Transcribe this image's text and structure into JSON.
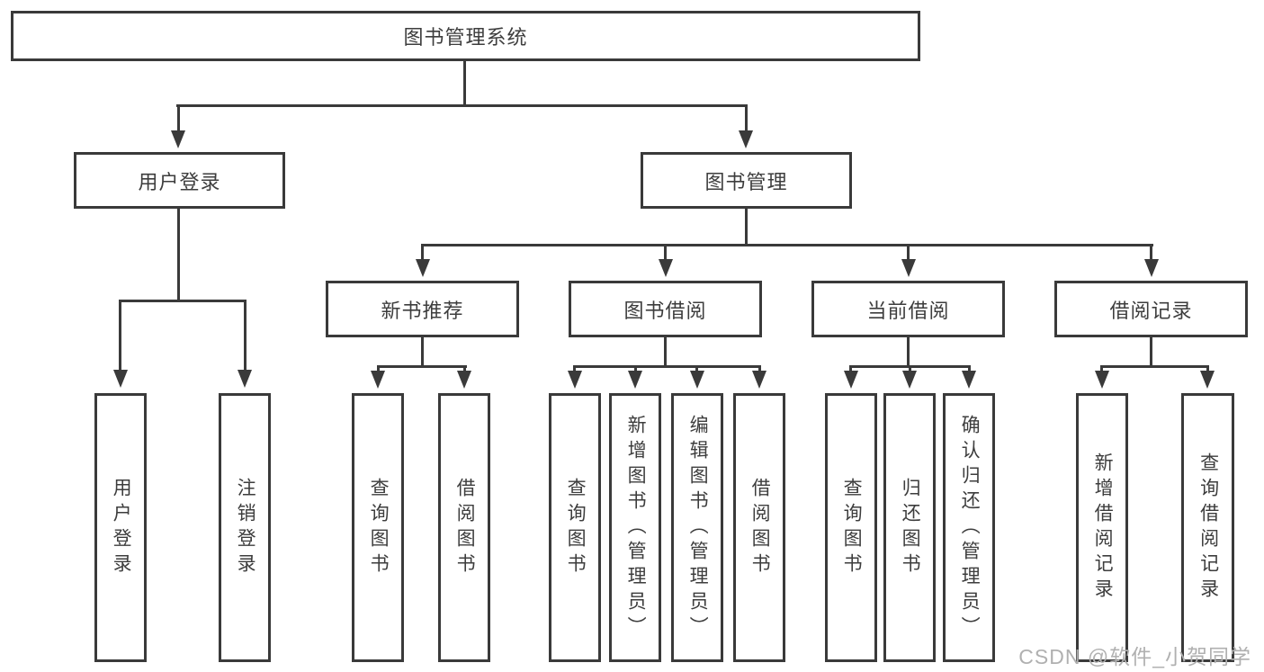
{
  "diagram": {
    "root": {
      "label": "图书管理系统"
    },
    "level2": [
      {
        "label": "用户登录"
      },
      {
        "label": "图书管理"
      }
    ],
    "level3": [
      {
        "label": "新书推荐"
      },
      {
        "label": "图书借阅"
      },
      {
        "label": "当前借阅"
      },
      {
        "label": "借阅记录"
      }
    ],
    "leaves": {
      "user_login": [
        "用户登录",
        "注销登录"
      ],
      "new_book_recommend": [
        "查询图书",
        "借阅图书"
      ],
      "book_borrow": [
        "查询图书",
        "新增图书（管理员）",
        "编辑图书（管理员）",
        "借阅图书"
      ],
      "current_borrow": [
        "查询图书",
        "归还图书",
        "确认归还（管理员）"
      ],
      "borrow_record": [
        "新增借阅记录",
        "查询借阅记录"
      ]
    }
  },
  "watermark": "CSDN @软件_小贺同学",
  "colors": {
    "line": "#3a3a3a",
    "text": "#3d3d3d",
    "watermark": "#b0b0b0",
    "background": "#ffffff"
  }
}
